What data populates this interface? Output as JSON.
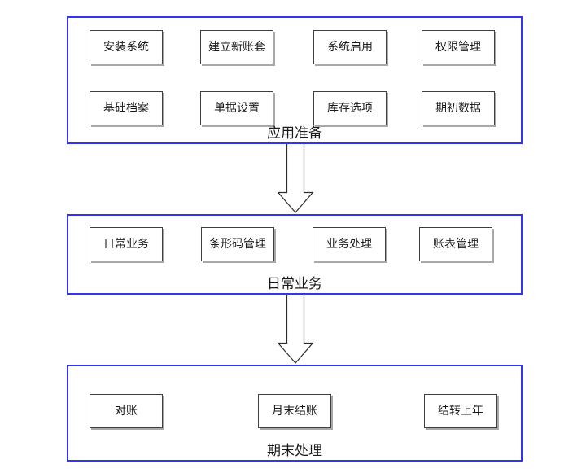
{
  "colors": {
    "section_border": "#3434ee",
    "item_border": "#3f3f3f",
    "item_shadow": "#a8a8a8",
    "arrow_outline": "#2b2b2b",
    "text": "#1a1a1a",
    "background": "#ffffff"
  },
  "sections": [
    {
      "title": "应用准备",
      "items": [
        "安装系统",
        "建立新账套",
        "系统启用",
        "权限管理",
        "基础档案",
        "单据设置",
        "库存选项",
        "期初数据"
      ]
    },
    {
      "title": "日常业务",
      "items": [
        "日常业务",
        "条形码管理",
        "业务处理",
        "账表管理"
      ]
    },
    {
      "title": "期末处理",
      "items": [
        "对账",
        "月末结账",
        "结转上年"
      ]
    }
  ],
  "arrows": [
    {
      "name": "down-arrow"
    },
    {
      "name": "down-arrow"
    }
  ]
}
